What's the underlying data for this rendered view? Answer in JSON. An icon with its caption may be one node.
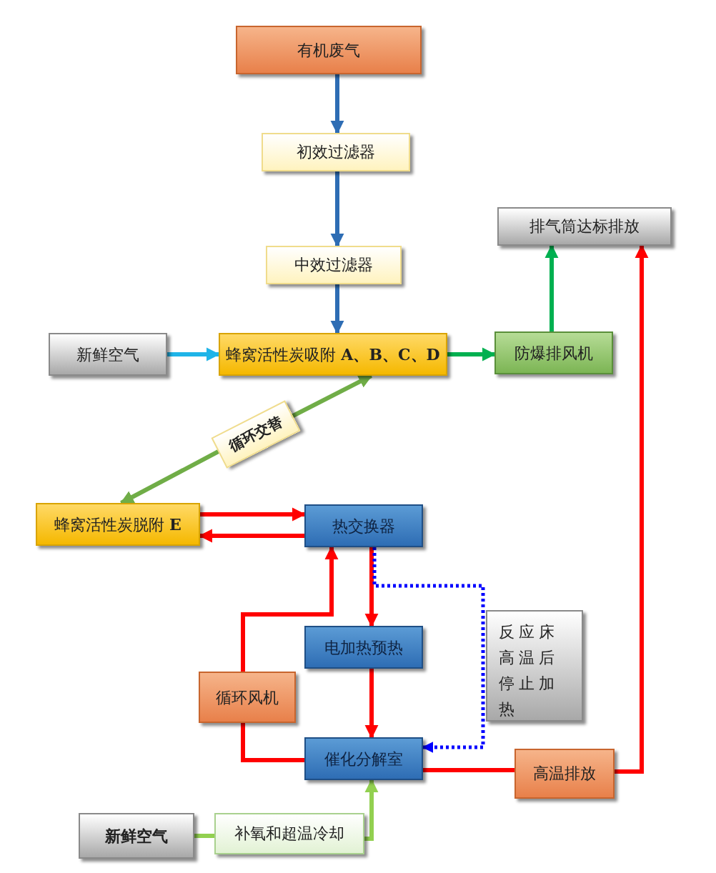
{
  "diagram": {
    "nodes": [
      {
        "text": [
          "有机废气"
        ]
      },
      {
        "text": [
          "初效过滤器"
        ]
      },
      {
        "text": [
          "中效过滤器"
        ]
      },
      {
        "text": [
          "排气筒达标排放"
        ]
      },
      {
        "text": [
          "新鲜空气"
        ]
      },
      {
        "text": [
          "蜂窝活性炭吸附 **A、B、C、D**"
        ]
      },
      {
        "text": [
          "防爆排风机"
        ]
      },
      {
        "text": [
          "循环交替"
        ]
      },
      {
        "text": [
          "蜂窝活性炭脱附 **E**"
        ]
      },
      {
        "text": [
          "热交换器"
        ]
      },
      {
        "text": [
          "电加热预热"
        ]
      },
      {
        "text": [
          "循环风机"
        ]
      },
      {
        "text": [
          "反应床高温后停止加热"
        ]
      },
      {
        "text": [
          "催化分解室"
        ]
      },
      {
        "text": [
          "高温排放"
        ]
      },
      {
        "text": [
          "新鲜空气"
        ]
      },
      {
        "text": [
          "补氧和超温冷却"
        ]
      }
    ],
    "edges": [
      {
        "from": 0,
        "to": 1,
        "arrow": "to",
        "color": "#2e6db4"
      },
      {
        "from": 1,
        "to": 2,
        "arrow": "to",
        "color": "#2e6db4"
      },
      {
        "from": 2,
        "to": 5,
        "arrow": "to",
        "color": "#2e6db4"
      },
      {
        "from": 4,
        "to": 5,
        "arrow": "to",
        "color": "#1fb4e8"
      },
      {
        "from": 5,
        "to": 6,
        "arrow": "to",
        "color": "#00b050"
      },
      {
        "from": 6,
        "to": 3,
        "arrow": "to",
        "color": "#00b050"
      },
      {
        "from": 7,
        "to": 5,
        "arrow": "to",
        "color": "#70ad47"
      },
      {
        "from": 7,
        "to": 8,
        "arrow": "to",
        "color": "#70ad47"
      },
      {
        "from": 8,
        "to": 9,
        "arrow": "to"
      },
      {
        "from": 9,
        "to": 8,
        "arrow": "to"
      },
      {
        "from": 9,
        "to": 10,
        "arrow": "to"
      },
      {
        "from": 10,
        "to": 13,
        "arrow": "to"
      },
      {
        "from": 13,
        "to": 11,
        "arrow": "none"
      },
      {
        "from": 11,
        "to": 9,
        "arrow": "to"
      },
      {
        "from": 13,
        "to": 14,
        "arrow": "none"
      },
      {
        "from": 14,
        "to": 3,
        "arrow": "to"
      },
      {
        "from": 9,
        "to": 13,
        "arrow": "to",
        "style": "dashed",
        "color": "#0000ff"
      },
      {
        "from": 15,
        "to": 16,
        "arrow": "none",
        "color": "#92d050"
      },
      {
        "from": 16,
        "to": 13,
        "arrow": "to",
        "color": "#92d050"
      }
    ]
  }
}
